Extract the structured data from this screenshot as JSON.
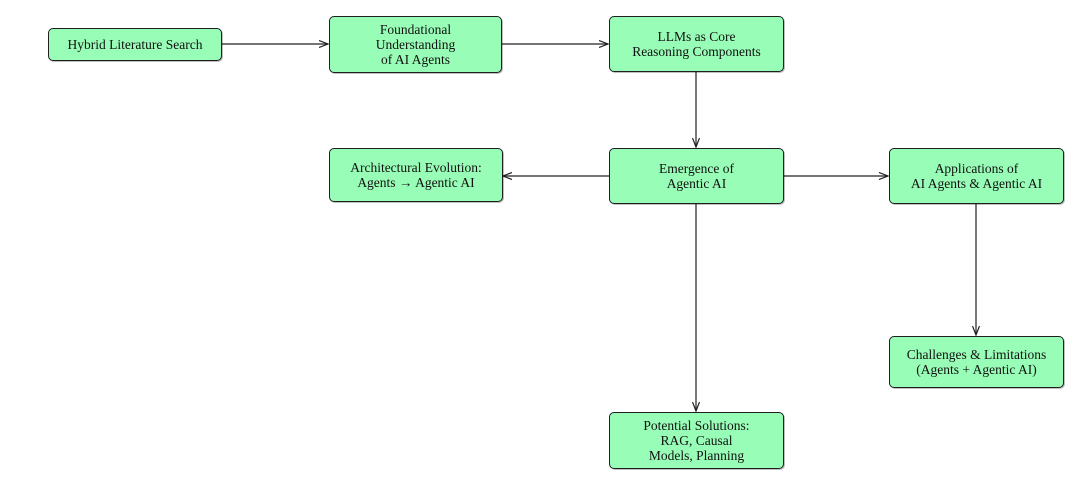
{
  "colors": {
    "node_fill": "#98fdb6",
    "node_border": "#1f1f1f",
    "edge": "#222222",
    "background": "#ffffff"
  },
  "nodes": {
    "hybrid": {
      "label": "Hybrid Literature Search"
    },
    "foundational": {
      "label": "Foundational\nUnderstanding\nof AI Agents"
    },
    "llms": {
      "label": "LLMs as Core\nReasoning Components"
    },
    "architectural": {
      "label": "Architectural Evolution:\nAgents → Agentic AI"
    },
    "emergence": {
      "label": "Emergence of\nAgentic AI"
    },
    "applications": {
      "label": "Applications of\nAI Agents & Agentic AI"
    },
    "challenges": {
      "label": "Challenges & Limitations\n(Agents + Agentic AI)"
    },
    "solutions": {
      "label": "Potential Solutions:\nRAG, Causal\nModels, Planning"
    }
  },
  "edges": [
    {
      "from": "hybrid",
      "to": "foundational"
    },
    {
      "from": "foundational",
      "to": "llms"
    },
    {
      "from": "llms",
      "to": "emergence"
    },
    {
      "from": "emergence",
      "to": "architectural"
    },
    {
      "from": "emergence",
      "to": "applications"
    },
    {
      "from": "applications",
      "to": "challenges"
    },
    {
      "from": "emergence",
      "to": "solutions"
    }
  ]
}
